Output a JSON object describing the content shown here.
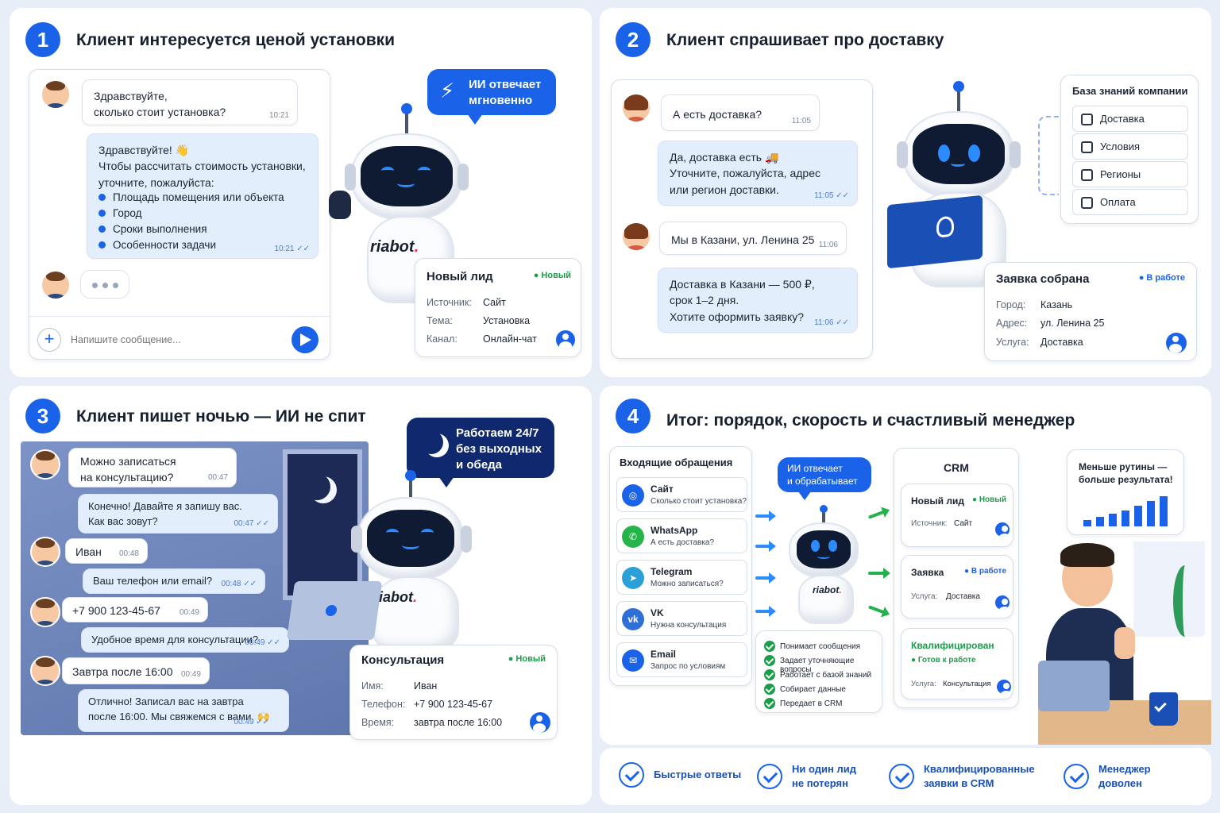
{
  "p1": {
    "num": "1",
    "title": "Клиент интересуется ценой установки",
    "msg1": {
      "l1": "Здравствуйте,",
      "l2": "сколько стоит установка?",
      "time": "10:21"
    },
    "reply": {
      "l1": "Здравствуйте! 👋",
      "l2": "Чтобы рассчитать стоимость установки,",
      "l3": "уточните, пожалуйста:",
      "items": [
        "Площадь помещения или объекта",
        "Город",
        "Сроки выполнения",
        "Особенности задачи"
      ],
      "time": "10:21 ✓✓"
    },
    "input_placeholder": "Напишите сообщение...",
    "callout": {
      "l1": "ИИ отвечает",
      "l2": "мгновенно"
    },
    "logo": "riabot",
    "lead": {
      "title": "Новый лид",
      "badge": "● Новый",
      "rows": [
        [
          "Источник:",
          "Сайт"
        ],
        [
          "Тема:",
          "Установка"
        ],
        [
          "Канал:",
          "Онлайн-чат"
        ]
      ]
    }
  },
  "p2": {
    "num": "2",
    "title": "Клиент спрашивает про доставку",
    "m1": {
      "text": "А есть доставка?",
      "time": "11:05"
    },
    "r1": {
      "l1": "Да, доставка есть 🚚",
      "l2": "Уточните, пожалуйста, адрес",
      "l3": "или регион доставки.",
      "time": "11:05 ✓✓"
    },
    "m2": {
      "text": "Мы в Казани, ул. Ленина 25",
      "time": "11:06"
    },
    "r2": {
      "l1": "Доставка в Казани — 500 ₽,",
      "l2": "срок 1–2 дня.",
      "l3": "Хотите оформить заявку?",
      "time": "11:06 ✓✓"
    },
    "kb": {
      "title": "База знаний компании",
      "items": [
        "Доставка",
        "Условия",
        "Регионы",
        "Оплата"
      ]
    },
    "deal": {
      "title": "Заявка собрана",
      "badge": "● В работе",
      "rows": [
        [
          "Город:",
          "Казань"
        ],
        [
          "Адрес:",
          "ул. Ленина 25"
        ],
        [
          "Услуга:",
          "Доставка"
        ]
      ]
    }
  },
  "p3": {
    "num": "3",
    "title": "Клиент пишет ночью — ИИ не спит",
    "callout": {
      "l1": "Работаем 24/7",
      "l2": "без выходных",
      "l3": "и обеда"
    },
    "logo": "riabot",
    "chat": [
      {
        "l1": "Можно записаться",
        "l2": "на консультацию?",
        "time": "00:47"
      },
      {
        "l1": "Конечно! Давайте я запишу вас.",
        "l2": "Как вас зовут?",
        "time": "00:47 ✓✓"
      },
      {
        "l1": "Иван",
        "time": "00:48"
      },
      {
        "l1": "Ваш телефон или email?",
        "time": "00:48 ✓✓"
      },
      {
        "l1": "+7 900 123-45-67",
        "time": "00:49"
      },
      {
        "l1": "Удобное время для консультации?",
        "time": "00:49 ✓✓"
      },
      {
        "l1": "Завтра после 16:00",
        "time": "00:49"
      },
      {
        "l1": "Отлично! Записал вас на завтра",
        "l2": "после 16:00. Мы свяжемся с вами. 🙌",
        "time": "00:49 ✓✓"
      }
    ],
    "lead": {
      "title": "Консультация",
      "badge": "● Новый",
      "rows": [
        [
          "Имя:",
          "Иван"
        ],
        [
          "Телефон:",
          "+7 900 123-45-67"
        ],
        [
          "Время:",
          "завтра после 16:00"
        ]
      ]
    }
  },
  "p4": {
    "num": "4",
    "title": "Итог: порядок, скорость и счастливый менеджер",
    "inbox_title": "Входящие обращения",
    "channels": [
      {
        "name": "Сайт",
        "sub": "Сколько стоит установка?",
        "icon": "globe-icon",
        "color": "#1a63e8"
      },
      {
        "name": "WhatsApp",
        "sub": "А есть доставка?",
        "icon": "whatsapp-icon",
        "color": "#25b34a"
      },
      {
        "name": "Telegram",
        "sub": "Можно записаться?",
        "icon": "telegram-icon",
        "color": "#2a9fd8"
      },
      {
        "name": "VK",
        "sub": "Нужна консультация",
        "icon": "vk-icon",
        "color": "#2f6fd8"
      },
      {
        "name": "Email",
        "sub": "Запрос по условиям",
        "icon": "mail-icon",
        "color": "#1a63e8"
      }
    ],
    "callout": {
      "l1": "ИИ отвечает",
      "l2": "и обрабатывает"
    },
    "logo": "riabot",
    "features": [
      "Понимает сообщения",
      "Задает уточняющие вопросы",
      "Работает с базой знаний",
      "Собирает данные",
      "Передает в CRM"
    ],
    "crm": {
      "title": "CRM",
      "c1": {
        "title": "Новый лид",
        "badge": "● Новый",
        "lbl": "Источник:",
        "val": "Сайт"
      },
      "c2": {
        "title": "Заявка",
        "badge": "● В работе",
        "lbl": "Услуга:",
        "val": "Доставка"
      },
      "c3": {
        "title": "Квалифицирован",
        "badge": "● Готов к работе",
        "lbl": "Услуга:",
        "val": "Консультация"
      }
    },
    "manager_bubble": {
      "l1": "Меньше рутины —",
      "l2": "больше результата!"
    },
    "bottom": [
      {
        "l1": "Быстрые ответы"
      },
      {
        "l1": "Ни один лид",
        "l2": "не потерян"
      },
      {
        "l1": "Квалифицированные",
        "l2": "заявки в CRM"
      },
      {
        "l1": "Менеджер",
        "l2": "доволен"
      }
    ]
  }
}
